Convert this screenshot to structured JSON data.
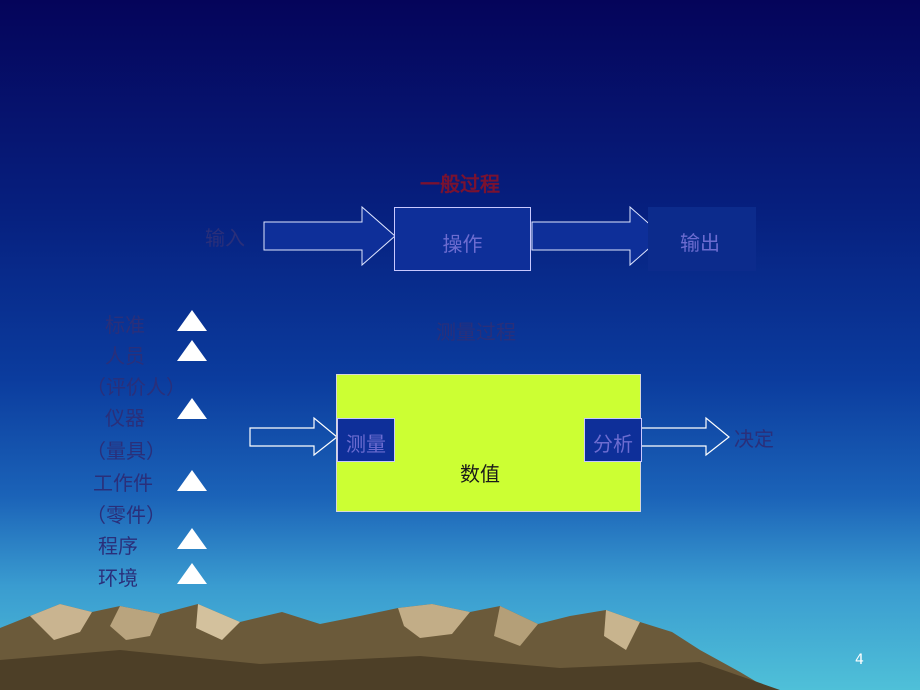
{
  "general_process": {
    "title": "一般过程",
    "input": "输入",
    "operation": "操作",
    "output": "输出"
  },
  "measurement_process": {
    "title": "测量过程",
    "factors": [
      "标准",
      "人员",
      "（评价人）",
      "仪器",
      "（量具）",
      "工作件",
      "（零件）",
      "程序",
      "环境"
    ],
    "measure": "测量",
    "value": "数值",
    "analysis": "分析",
    "decision": "决定"
  },
  "page_number": "4",
  "colors": {
    "box_fill": "#0e2f99",
    "measure_panel": "#ccff33",
    "title_text": "#7a1230"
  }
}
